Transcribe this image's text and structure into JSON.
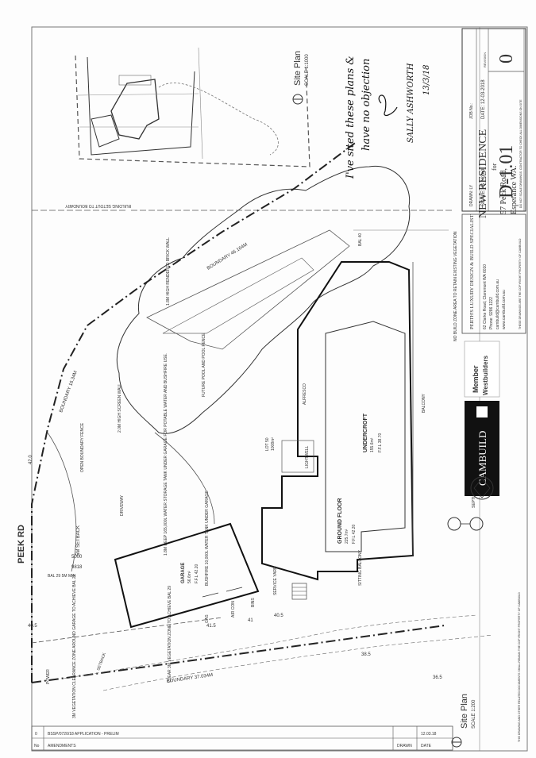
{
  "road": {
    "name": "PEEK RD",
    "marker": "42.0"
  },
  "plan_top": {
    "title": "Site Plan",
    "scale": "SCALE 1:1000"
  },
  "plan_bottom": {
    "title": "Site Plan",
    "scale": "SCALE 1:200"
  },
  "boundaries": {
    "north": "BOUNDARY 16.34M",
    "east": "BOUNDARY 46.164M",
    "south": "BOUNDARY 37.034M",
    "setout": "BUILDING SETOUT TO BOUNDARY"
  },
  "labels": {
    "open_fence": "OPEN BOUNDARY FENCE",
    "driveway": "DRIVEWAY",
    "rendered_wall": "1.8M HIGH RENDERED BRICK WALL",
    "screen_wall": "2.0M HIGH SCREEN WALL",
    "pool": "FUTURE POOL AND POOL FENCE",
    "alfresco": "ALFRESCO",
    "lightwell": "LIGHTWELL",
    "undercroft": "UNDERCROFT",
    "undercroft_area": "155.6m²",
    "undercroft_ffl": "F.F.L 38.70",
    "ground_floor": "GROUND FLOOR",
    "ground_area": "225.7m²",
    "ground_ffl": "F.F.L 42.20",
    "garage": "GARAGE",
    "garage_area": "56.6m²",
    "garage_ffl": "F.F.L 42.20",
    "water_tank": "1.8M DEEP 165,000L WATER STORAGE TANK UNDER GARAGE FOR POTABLE WATER AND BUSHFIRE USE.",
    "bushfire_tank": "BUSHFIRE 10,000L WATER TANK UNDER GARAGE",
    "service_yard": "SERVICE YARD",
    "sitting_balcony": "SITTING BALCONY",
    "balcony": "BALCONY",
    "no_build": "NO BUILD ZONE AREA TO RETAIN EXISTING VEGETATION",
    "septic": "SEPTIC TANK SYSTEM",
    "gas": "GAS",
    "air_con": "AIR CON",
    "bins": "BINS",
    "lot": "LOT 50",
    "lot_area": "1008m²",
    "setback": "5M SETBACK",
    "setback_value": "5000",
    "bal29": "BAL 29 5M MIN",
    "value_9818": "9818",
    "clear_zone": "CLEAR 3M VEGETATION ZONE TO ACHIEVE BAL 29",
    "veg_clear": "3M VEGETATION CLEARANCE ZONE AROUND GARAGE TO ACHIEVE BAL 29",
    "power": "POWER",
    "setback_small": "SETBACK",
    "bal40": "BAL 40",
    "contour_1": "40.5",
    "contour_2": "41.5",
    "contour_3": "41",
    "contour_4": "40.5",
    "contour_5": "38.5",
    "contour_6": "36.5"
  },
  "company": {
    "name": "PERTH'S LUXURY DESIGN & BUILD SPECIALIST",
    "address": "62 Clarke Road, Claremont WA 6010",
    "phone": "Phone: 9286 1222",
    "email": "cambuild@cambuild.com.au",
    "web": "www.cambuild.com.au",
    "brand": "CAMBUILD",
    "member": "Member",
    "association": "Westbuilders",
    "copyright_short": "THESE DRAWINGS ARE THE COPYRIGHT PROPERTY OF CAMBUILD",
    "copyright_long": "THIS DRAWING AND OTHER RELATED DOCUMENTS SHALL REMAIN THE COPYRIGHT PROPERTY OF CAMBUILD"
  },
  "project": {
    "title": "NEW RESIDENCE",
    "for": "for",
    "address1": "57 Peck Road,",
    "address2": "Esperance WA."
  },
  "title_block": {
    "drawn": "DRAWN: LY",
    "job": "JOB No.:",
    "scale": "SCALE: As Noted",
    "date": "DATE: 12-03-2018",
    "sheet": "D-1.01",
    "revision": "0",
    "revision_label": "REVISION",
    "notes": "DO NOT SCALE DRAWINGS. CONTRACTOR TO CHECK ALL DIMENSIONS ON SITE"
  },
  "revisions": {
    "row_no": "0",
    "row_desc": "BSSP/0720/18 APPLICATION - PRELIM",
    "row_date": "12.03.18",
    "head_no": "No",
    "head_desc": "AMENDMENTS",
    "head_drawn": "DRAWN",
    "head_date": "DATE"
  },
  "handwriting": {
    "line1": "I've sited these plans &",
    "line2": "have no objection",
    "sig": "SALLY ASHWORTH",
    "date": "13/3/18"
  }
}
